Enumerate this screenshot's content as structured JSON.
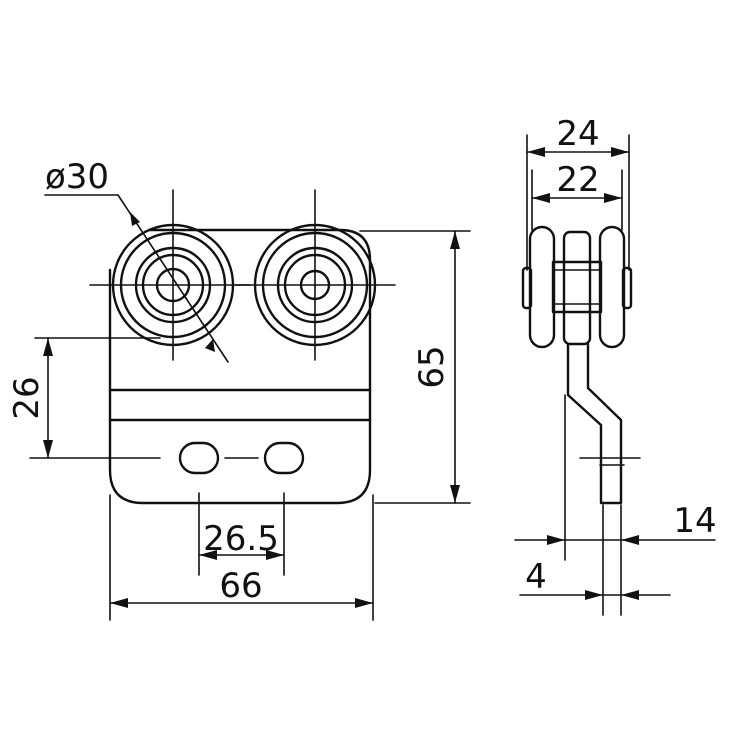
{
  "drawing": {
    "line_color": "#111111",
    "background": "#ffffff",
    "front_view": {
      "wheel_diameter": "ø30",
      "hole_spacing": "26.5",
      "plate_width": "66",
      "hole_height": "26",
      "plate_height": "65"
    },
    "side_view": {
      "outer_width": "24",
      "inner_width": "22",
      "bracket_thickness": "14",
      "offset": "4"
    }
  }
}
